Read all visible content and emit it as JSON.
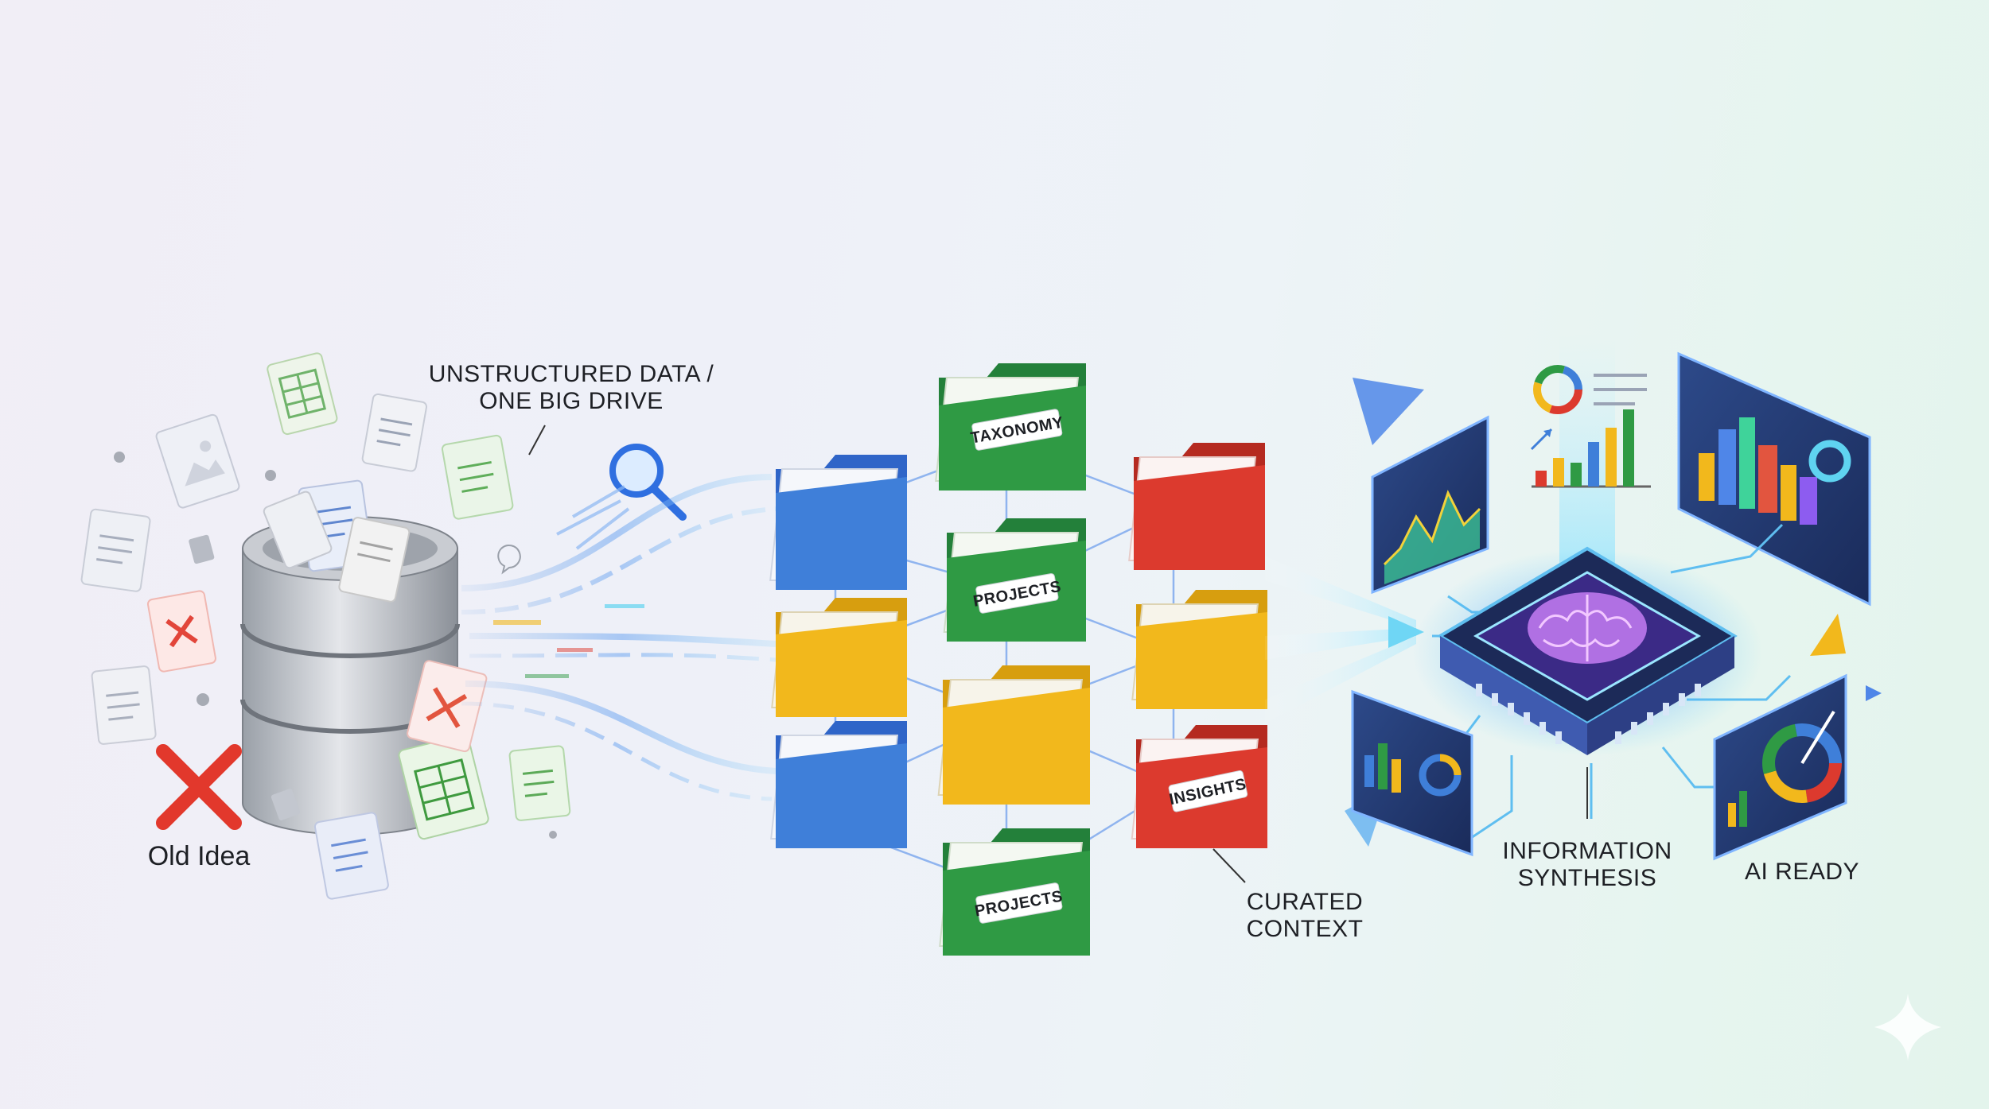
{
  "labels": {
    "unstructured_line1": "UNSTRUCTURED DATA /",
    "unstructured_line2": "ONE BIG DRIVE",
    "old_idea": "Old Idea",
    "curated_line1": "CURATED",
    "curated_line2": "CONTEXT",
    "synthesis_line1": "INFORMATION",
    "synthesis_line2": "SYNTHESIS",
    "ai_ready": "AI READY"
  },
  "folder_tags": {
    "taxonomy": "TAXONOMY",
    "projects_top": "PROJECTS",
    "projects_bottom": "PROJECTS",
    "insights": "INSIGHTS"
  },
  "colors": {
    "blue": "#3f7fd9",
    "green": "#2f9a44",
    "yellow": "#f2b81c",
    "red": "#dc3a2e",
    "accent_cyan": "#5fd3f0",
    "chip_purple": "#8d5cf0"
  },
  "icons": [
    "database-icon",
    "magnifier-icon",
    "folder-icon",
    "document-icon",
    "spreadsheet-icon",
    "red-x-icon",
    "ai-chip-icon",
    "brain-icon",
    "sparkle-icon"
  ]
}
